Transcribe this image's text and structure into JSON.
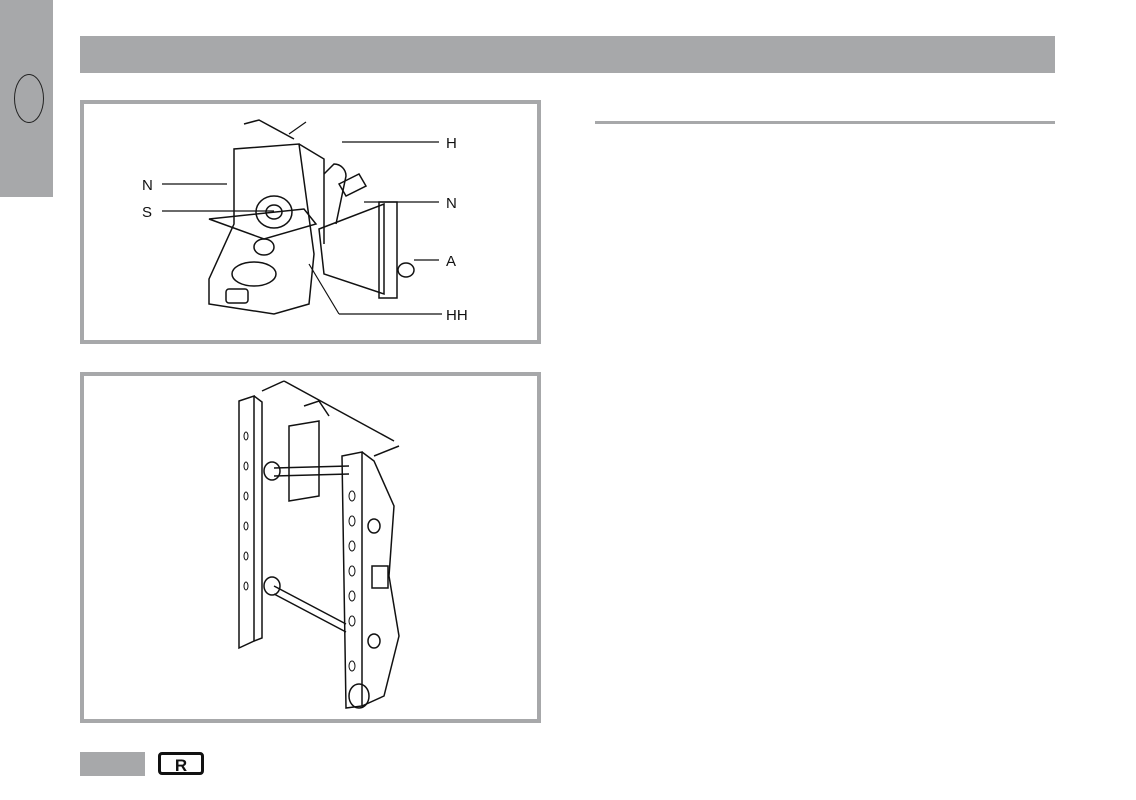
{
  "side_tab": {
    "icon": "oval-marker"
  },
  "figure1": {
    "labels": {
      "n_left": "N",
      "s": "S",
      "h": "H",
      "n_right": "N",
      "a": "A",
      "hh": "HH"
    }
  },
  "figure2": {},
  "footer": {
    "logo": "R"
  },
  "colors": {
    "accent_gray": "#a7a8aa"
  }
}
